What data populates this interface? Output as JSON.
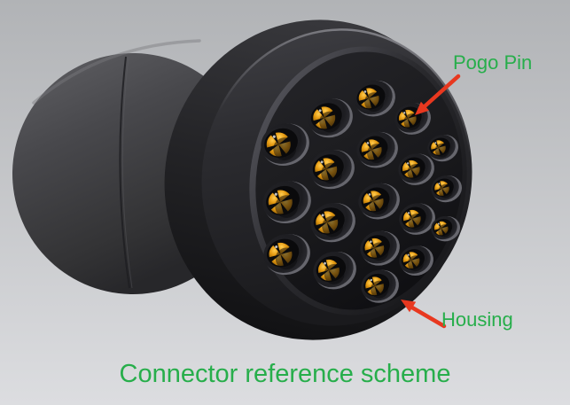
{
  "caption": "Connector reference scheme",
  "annotations": {
    "pogo_pin": "Pogo Pin",
    "housing": "Housing"
  },
  "connector": {
    "pin_count": 19,
    "pin_grid_columns": [
      3,
      4,
      5,
      4,
      3
    ]
  },
  "colors": {
    "label_green": "#27ae4b",
    "arrow_red": "#e8381f",
    "pin_orange": "#e69b12",
    "housing_dark": "#2a2a2e",
    "background_top": "#b1b3b6",
    "background_bottom": "#dcdde0"
  }
}
